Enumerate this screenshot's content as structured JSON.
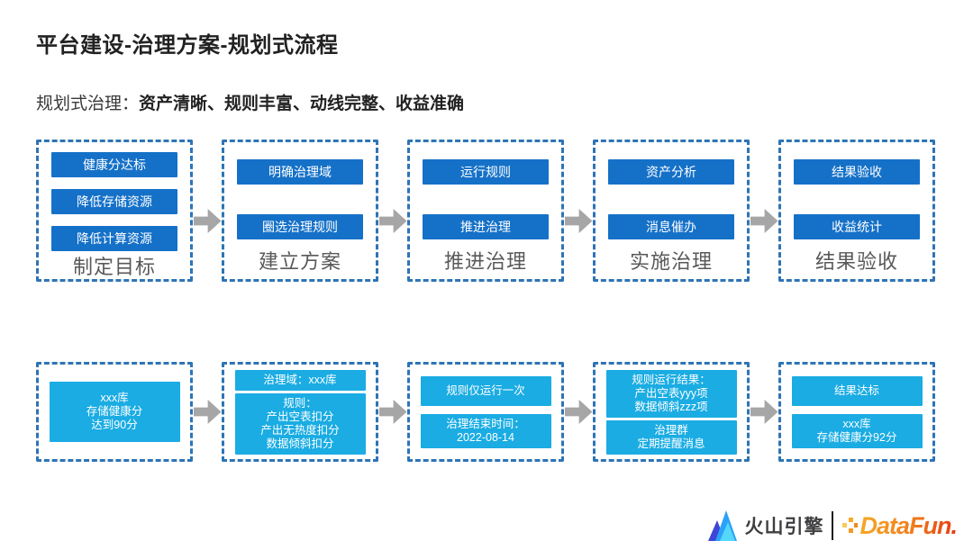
{
  "slide": {
    "title": "平台建设-治理方案-规划式流程",
    "subtitle_prefix": "规划式治理：",
    "subtitle_bold": "资产清晰、规则丰富、动线完整、收益准确"
  },
  "colors": {
    "top_button_blue": "#1571C8",
    "bottom_button_cyan": "#1AACE3",
    "dashed_border_blue": "#2E74B5",
    "arrow_gray": "#A6A6A6",
    "stage_label_gray": "#595959"
  },
  "top": {
    "stages": [
      {
        "label": "制定目标",
        "buttons": [
          "健康分达标",
          "降低存储资源",
          "降低计算资源"
        ]
      },
      {
        "label": "建立方案",
        "buttons": [
          "明确治理域",
          "圈选治理规则"
        ]
      },
      {
        "label": "推进治理",
        "buttons": [
          "运行规则",
          "推进治理"
        ]
      },
      {
        "label": "实施治理",
        "buttons": [
          "资产分析",
          "消息催办"
        ]
      },
      {
        "label": "结果验收",
        "buttons": [
          "结果验收",
          "收益统计"
        ]
      }
    ]
  },
  "bottom": {
    "stages": [
      {
        "buttons": [
          {
            "lines": [
              "xxx库",
              "存储健康分",
              "达到90分"
            ]
          }
        ]
      },
      {
        "buttons": [
          {
            "lines": [
              "治理域：xxx库"
            ]
          },
          {
            "lines": [
              "规则：",
              "产出空表扣分",
              "产出无热度扣分",
              "数据倾斜扣分"
            ]
          }
        ]
      },
      {
        "buttons": [
          {
            "lines": [
              "规则仅运行一次"
            ]
          },
          {
            "lines": [
              "治理结束时间：",
              "2022-08-14"
            ]
          }
        ]
      },
      {
        "buttons": [
          {
            "lines": [
              "规则运行结果：",
              "产出空表yyy项",
              "数据倾斜zzz项"
            ]
          },
          {
            "lines": [
              "治理群",
              "定期提醒消息"
            ]
          }
        ]
      },
      {
        "buttons": [
          {
            "lines": [
              "结果达标"
            ]
          },
          {
            "lines": [
              "xxx库",
              "存储健康分92分"
            ]
          }
        ]
      }
    ]
  },
  "footer": {
    "volcano_brand": "火山引擎",
    "datafun_brand": "DataFun."
  }
}
